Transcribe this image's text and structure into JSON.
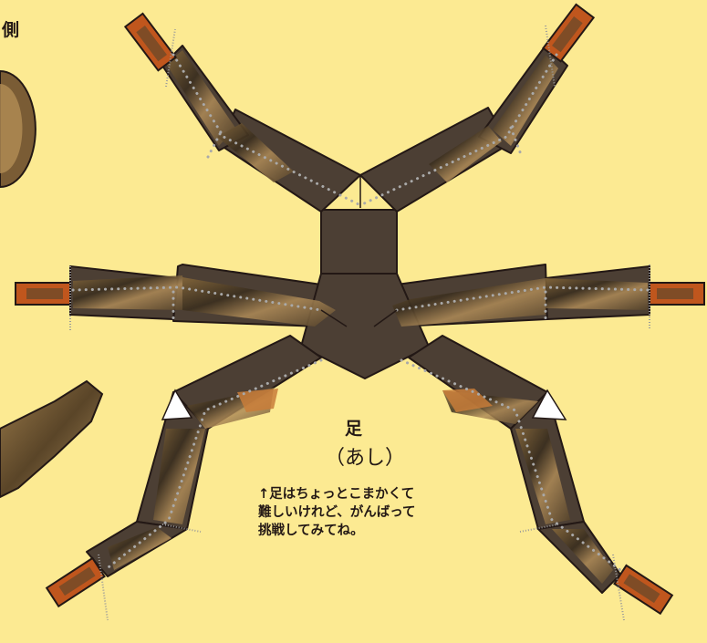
{
  "side_label": "側",
  "part": {
    "name": "足",
    "reading": "（あし）"
  },
  "hint_lines": [
    "↑足はちょっとこまかくて",
    "難しいけれど、がんばって",
    "挑戦してみてね。"
  ],
  "colors": {
    "background": "#fcea92",
    "leg_body": "#4c3f34",
    "foot_tip": "#c0561d",
    "outline": "#231815"
  }
}
